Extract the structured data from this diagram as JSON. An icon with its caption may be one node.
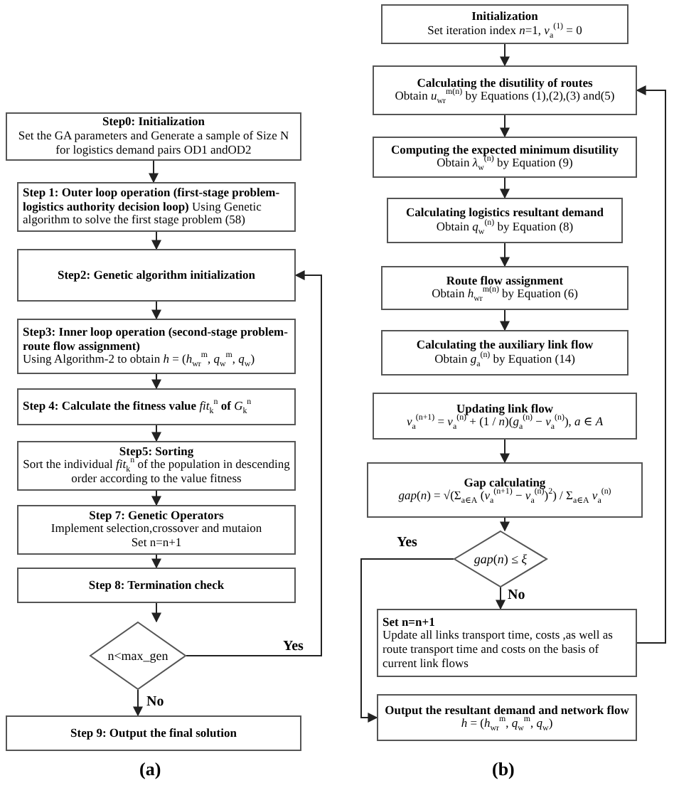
{
  "diagram": {
    "nodes": [
      {
        "text": [
          "Step0: Initialization",
          "Set the GA parameters and Generate a sample of  Size N for logistics demand pairs OD1 andOD2"
        ]
      },
      {
        "text": [
          "**Step 1: Outer loop operation (first-stage problem-logistics authority decision loop)** Using Genetic algorithm to solve the first stage problem (58)"
        ]
      },
      {
        "text": [
          "Step2: Genetic algorithm initialization"
        ]
      },
      {
        "text": [
          "Step3: Inner loop operation (second-stage problem-route flow assignment)",
          "Using Algorithm-2 to obtain  *h* = (*h*$_{wr}$$^{m}$, *q*$_{w}$$^{m}$, *q*$_{w}$)"
        ]
      },
      {
        "text": [
          "**Step 4: Calculate the fitness value** *fit*$_{k}$$^{n}$ **of** *G*$_{k}$$^{n}$"
        ]
      },
      {
        "text": [
          "Step5: Sorting",
          "Sort the individual *fit*$_{k}$$^{n}$ of the population  in descending order according to the value fitness"
        ]
      },
      {
        "text": [
          "Step 7: Genetic Operators",
          "Implement selection,crossover and mutaion",
          "Set n=n+1"
        ]
      },
      {
        "text": [
          "Step 8: Termination check"
        ]
      },
      {
        "text": [
          "n<max_gen"
        ]
      },
      {
        "text": [
          "Step 9: Output the final solution"
        ]
      },
      {
        "text": [
          "Initialization",
          "Set iteration index *n*=1,  *v*$_{a}$$^{(1)}$ = 0"
        ]
      },
      {
        "text": [
          "Calculating the disutility of routes",
          "Obtain *u*$_{wr}$$^{m(n)}$ by Equations (1),(2),(3) and(5)"
        ]
      },
      {
        "text": [
          "Computing the expected minimum disutility",
          "Obtain  *λ*$_{w}$$^{(n)}$ by Equation (9)"
        ]
      },
      {
        "text": [
          "Calculating logistics resultant demand",
          "Obtain *q*$_{w}$$^{(n)}$ by Equation (8)"
        ]
      },
      {
        "text": [
          "Route flow assignment",
          "Obtain *h*$_{wr}$$^{m(n)}$ by Equation (6)"
        ]
      },
      {
        "text": [
          "Calculating  the auxiliary link flow",
          "Obtain *g*$_{a}$$^{(n)}$ by Equation (14)"
        ]
      },
      {
        "text": [
          "Updating link flow",
          "*v*$_{a}$$^{(n+1)}$ = *v*$_{a}$$^{(n)}$ + (1 / *n*)(*g*$_{a}$$^{(n)}$ − *v*$_{a}$$^{(n)}$), *a* ∈ *A*"
        ]
      },
      {
        "text": [
          "Gap calculating",
          "*gap*(*n*) = √(Σ$_{a∈A}$ (*v*$_{a}$$^{(n+1)}$ − *v*$_{a}$$^{(n)}$)$^{2}$) / Σ$_{a∈A}$ *v*$_{a}$$^{(n)}$"
        ]
      },
      {
        "text": [
          "*gap*(*n*) ≤ *ξ*"
        ]
      },
      {
        "text": [
          "Set n=n+1",
          "Update  all links transport time, costs ,as well as route transport time and costs on the basis of current link flows"
        ]
      },
      {
        "text": [
          "Output the resultant demand and network flow",
          "*h* = (*h*$_{wr}$$^{m}$, *q*$_{w}$$^{m}$, *q*$_{w}$)"
        ]
      }
    ],
    "edges": [
      {
        "from": 0,
        "to": 1,
        "arrow": "to"
      },
      {
        "from": 1,
        "to": 2,
        "arrow": "to"
      },
      {
        "from": 2,
        "to": 3,
        "arrow": "to"
      },
      {
        "from": 3,
        "to": 4,
        "arrow": "to"
      },
      {
        "from": 4,
        "to": 5,
        "arrow": "to"
      },
      {
        "from": 5,
        "to": 6,
        "arrow": "to"
      },
      {
        "from": 6,
        "to": 7,
        "arrow": "to"
      },
      {
        "from": 7,
        "to": 8,
        "arrow": "to"
      },
      {
        "from": 8,
        "to": 9,
        "arrow": "to",
        "label": "No"
      },
      {
        "from": 8,
        "to": 2,
        "arrow": "to",
        "label": "Yes"
      },
      {
        "from": 10,
        "to": 11,
        "arrow": "to"
      },
      {
        "from": 11,
        "to": 12,
        "arrow": "to"
      },
      {
        "from": 12,
        "to": 13,
        "arrow": "to"
      },
      {
        "from": 13,
        "to": 14,
        "arrow": "to"
      },
      {
        "from": 14,
        "to": 15,
        "arrow": "to"
      },
      {
        "from": 16,
        "to": 17,
        "arrow": "to"
      },
      {
        "from": 17,
        "to": 18,
        "arrow": "to"
      },
      {
        "from": 18,
        "to": 19,
        "arrow": "to",
        "label": "No"
      },
      {
        "from": 18,
        "to": 20,
        "arrow": "to",
        "label": "Yes"
      },
      {
        "from": 19,
        "to": 11,
        "arrow": "to"
      }
    ],
    "labels": [
      "(a)",
      "(b)"
    ]
  }
}
